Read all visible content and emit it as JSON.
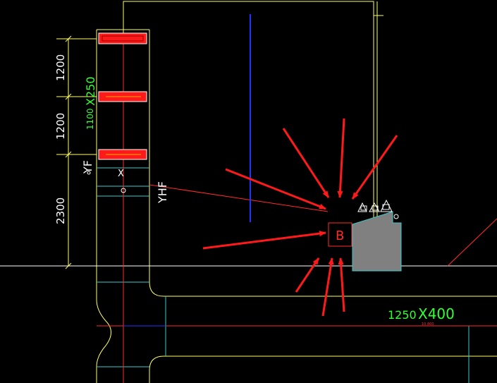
{
  "drawing": {
    "background": "#000000",
    "colors": {
      "white": "#ffffff",
      "yellow": "#ffff66",
      "red": "#ff2a2a",
      "arrow": "#ff1a1a",
      "green": "#33ff33",
      "blue": "#2233ff",
      "cyan": "#33cccc",
      "gray": "#808080"
    },
    "dimensions": {
      "top_span": "1200",
      "middle_span": "1200",
      "bottom_span": "2300"
    },
    "labels": {
      "tray_size": "X250",
      "tray_elevation": "1100",
      "vertical_tag": "YF",
      "vertical_tag2": "YHF",
      "small_x": "X",
      "duct_width": "1250",
      "duct_size": "X400",
      "duct_elevation": "10.800",
      "marker_letter": "B"
    },
    "icons": {
      "valve_symbols": "valve-icon",
      "arrow_markers": "red-arrow-icon"
    }
  }
}
